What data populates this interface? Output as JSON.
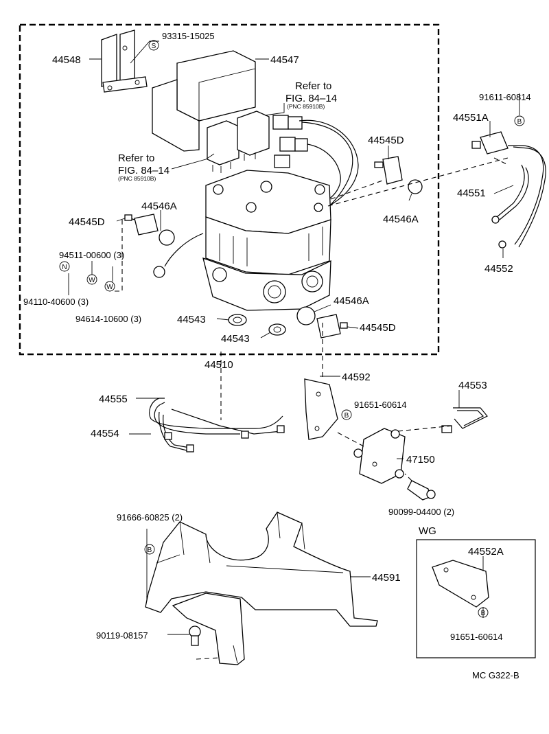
{
  "callouts": {
    "p44548": "44548",
    "p93315": "93315-15025",
    "p44547": "44547",
    "refer1_line1": "Refer to",
    "refer1_line2": "FIG. 84–14",
    "refer1_pnc": "(PNC 85910B)",
    "refer2_line1": "Refer to",
    "refer2_line2": "FIG. 84–14",
    "refer2_pnc": "(PNC 85910B)",
    "p91611": "91611-60814",
    "p44551A": "44551A",
    "p44545D_right": "44545D",
    "p44546A_right": "44546A",
    "p44551": "44551",
    "p44552": "44552",
    "p44546A_left": "44546A",
    "p44545D_left": "44545D",
    "p94511": "94511-00600 (3)",
    "p94110": "94110-40600 (3)",
    "p94614": "94614-10600 (3)",
    "p44543_a": "44543",
    "p44543_b": "44543",
    "p44546A_bottom": "44546A",
    "p44545D_bottom": "44545D",
    "p44510": "44510",
    "p44592": "44592",
    "p44555": "44555",
    "p44554": "44554",
    "p91651_a": "91651-60614",
    "p44553": "44553",
    "p47150": "47150",
    "p90099": "90099-04400 (2)",
    "p91666": "91666-60825 (2)",
    "p44591": "44591",
    "p90119": "90119-08157",
    "wg_title": "WG",
    "p44552A": "44552A",
    "p91651_b": "91651-60614",
    "figure_code": "MC  G322-B"
  },
  "symbols": {
    "s": "S",
    "b": "B",
    "n": "N",
    "w": "W"
  }
}
